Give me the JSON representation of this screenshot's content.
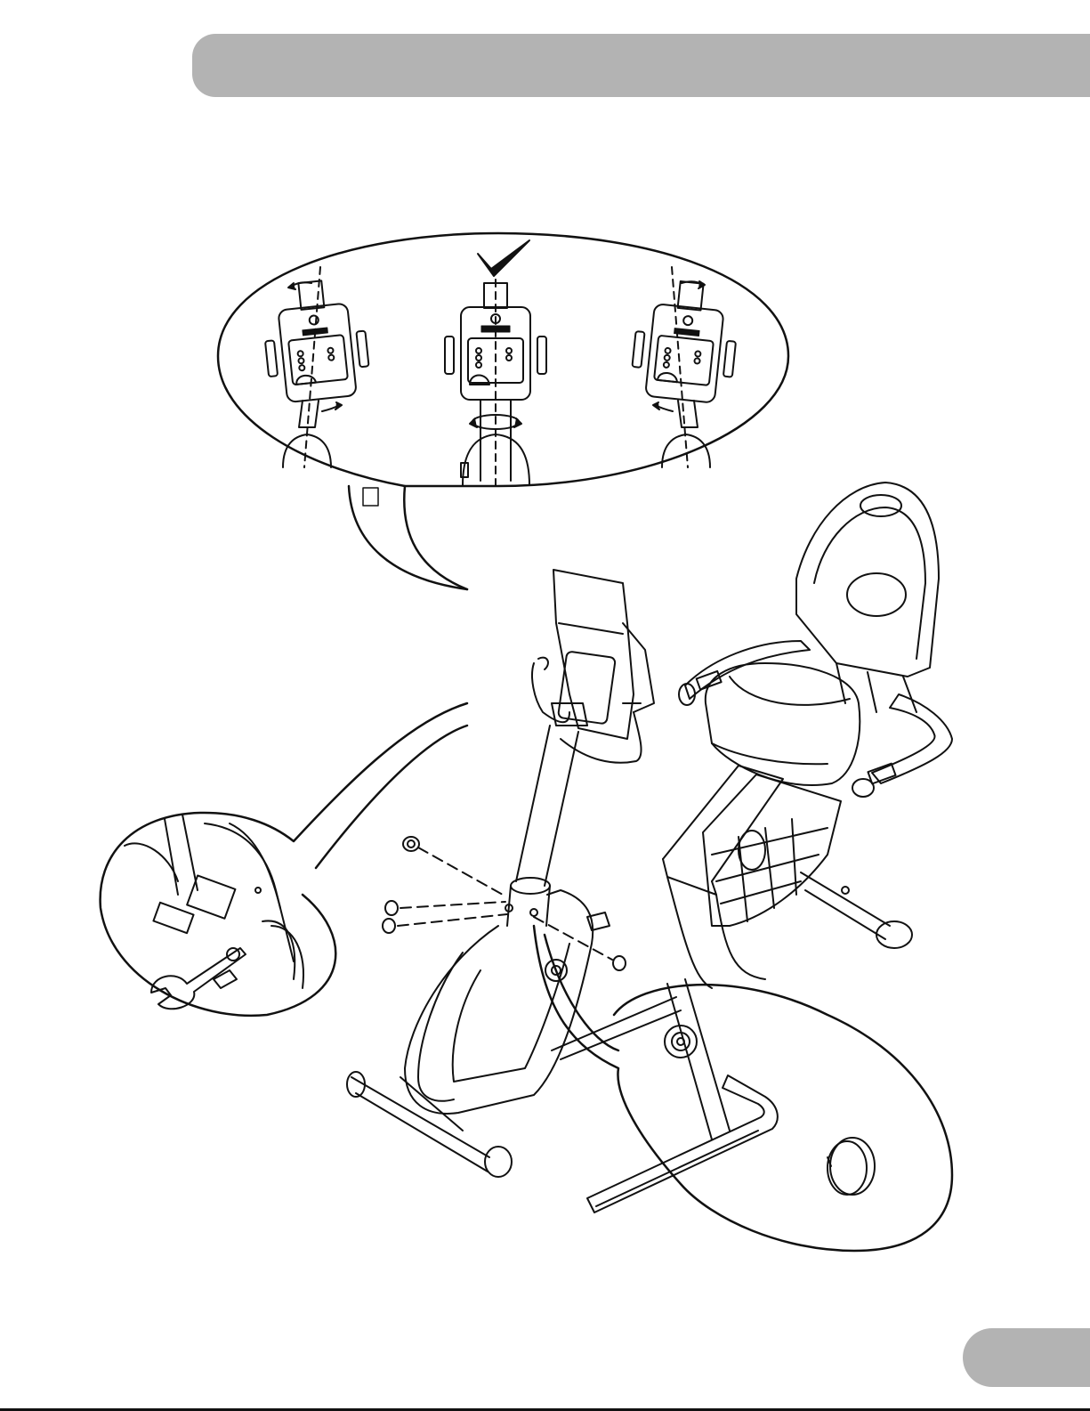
{
  "page": {
    "header_bar": {
      "color": "#b3b3b3"
    },
    "page_number_tab": {
      "color": "#b3b3b3"
    },
    "callouts": [
      {
        "name": "console-alignment-callout",
        "views": [
          "tilted-left",
          "correct-alignment",
          "tilted-right"
        ],
        "mark": "checkmark-icon"
      },
      {
        "name": "handlebar-bolt-callout",
        "tool": "wrench-icon"
      },
      {
        "name": "hex-key-and-cap-callout",
        "tool": "hex-key-icon"
      }
    ],
    "main_drawing": "recumbent-bike-icon"
  }
}
